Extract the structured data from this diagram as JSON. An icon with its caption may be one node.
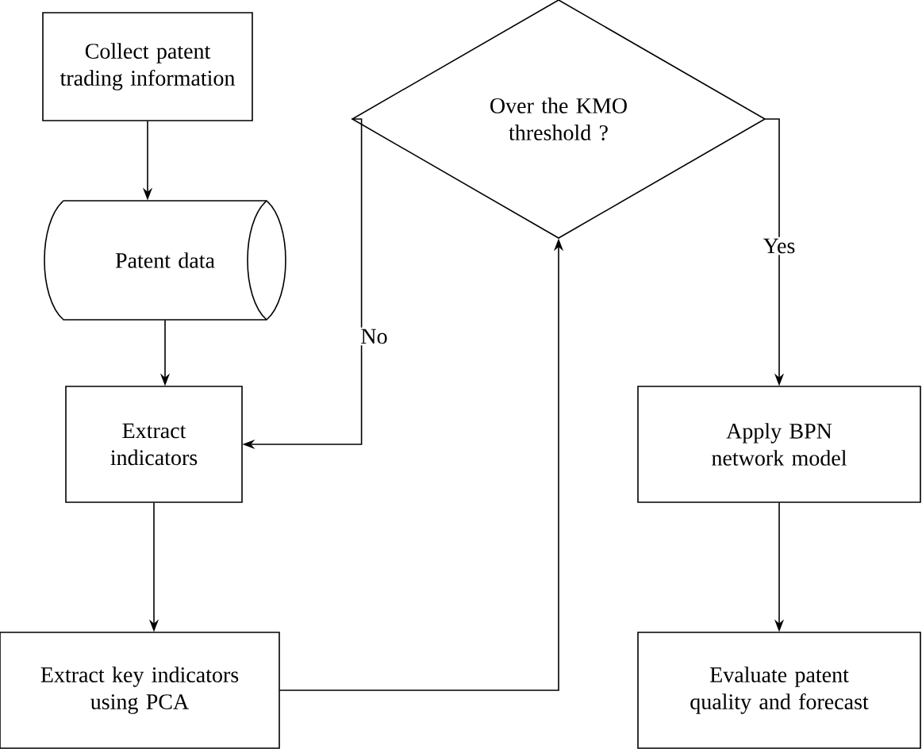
{
  "diagram": {
    "nodes": [
      {
        "text": [
          "Collect patent trading information"
        ]
      },
      {
        "text": [
          "Patent data"
        ]
      },
      {
        "text": [
          "Extract indicators"
        ]
      },
      {
        "text": [
          "Extract key indicators using PCA"
        ]
      },
      {
        "text": [
          "Over the KMO threshold ?"
        ]
      },
      {
        "text": [
          "Apply BPN network model"
        ]
      },
      {
        "text": [
          "Evaluate patent quality and forecast"
        ]
      }
    ],
    "edges": [
      {
        "from": 0,
        "to": 1,
        "arrow": "to"
      },
      {
        "from": 1,
        "to": 2,
        "arrow": "to"
      },
      {
        "from": 2,
        "to": 3,
        "arrow": "to"
      },
      {
        "from": 3,
        "to": 4,
        "arrow": "to"
      },
      {
        "from": 4,
        "to": 2,
        "arrow": "to",
        "label": "No"
      },
      {
        "from": 4,
        "to": 5,
        "arrow": "to",
        "label": "Yes"
      },
      {
        "from": 5,
        "to": 6,
        "arrow": "to"
      }
    ]
  }
}
